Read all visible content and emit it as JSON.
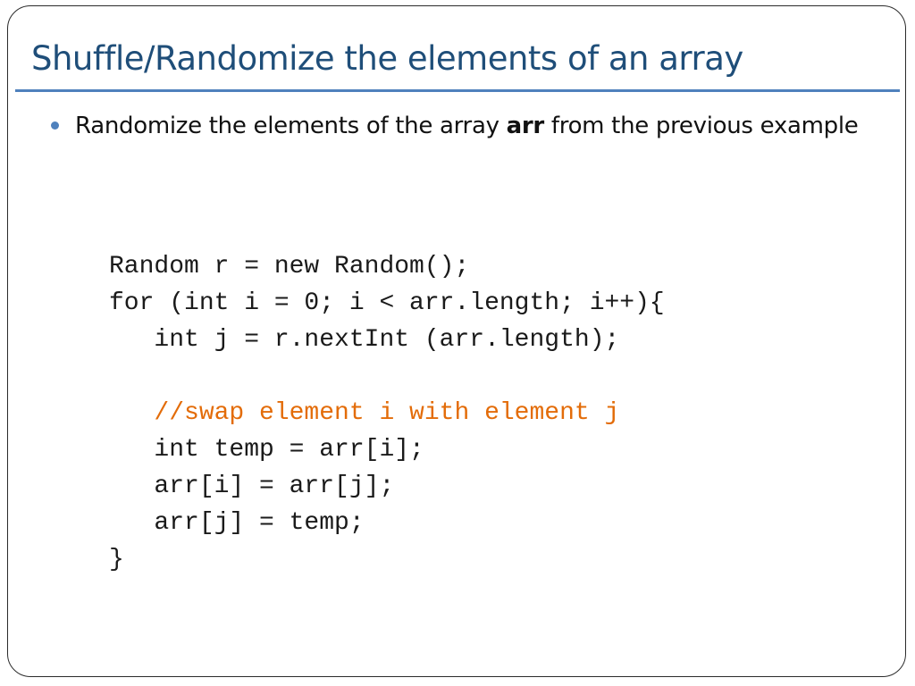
{
  "slide": {
    "title": "Shuffle/Randomize the elements of an array",
    "bullet": {
      "text_before": "Randomize the elements of the array ",
      "bold": "arr",
      "text_after": " from the previous example"
    },
    "code_lines": [
      "Random r = new Random();",
      "for (int i = 0; i < arr.length; i++){",
      "   int j = r.nextInt (arr.length);",
      "",
      "   //swap element i with element j",
      "   int temp = arr[i];",
      "   arr[i] = arr[j];",
      "   arr[j] = temp;",
      "}"
    ]
  },
  "colors": {
    "title": "#1f4e79",
    "rule": "#4f81bd",
    "bullet": "#4f81bd",
    "comment": "#e36c09"
  }
}
